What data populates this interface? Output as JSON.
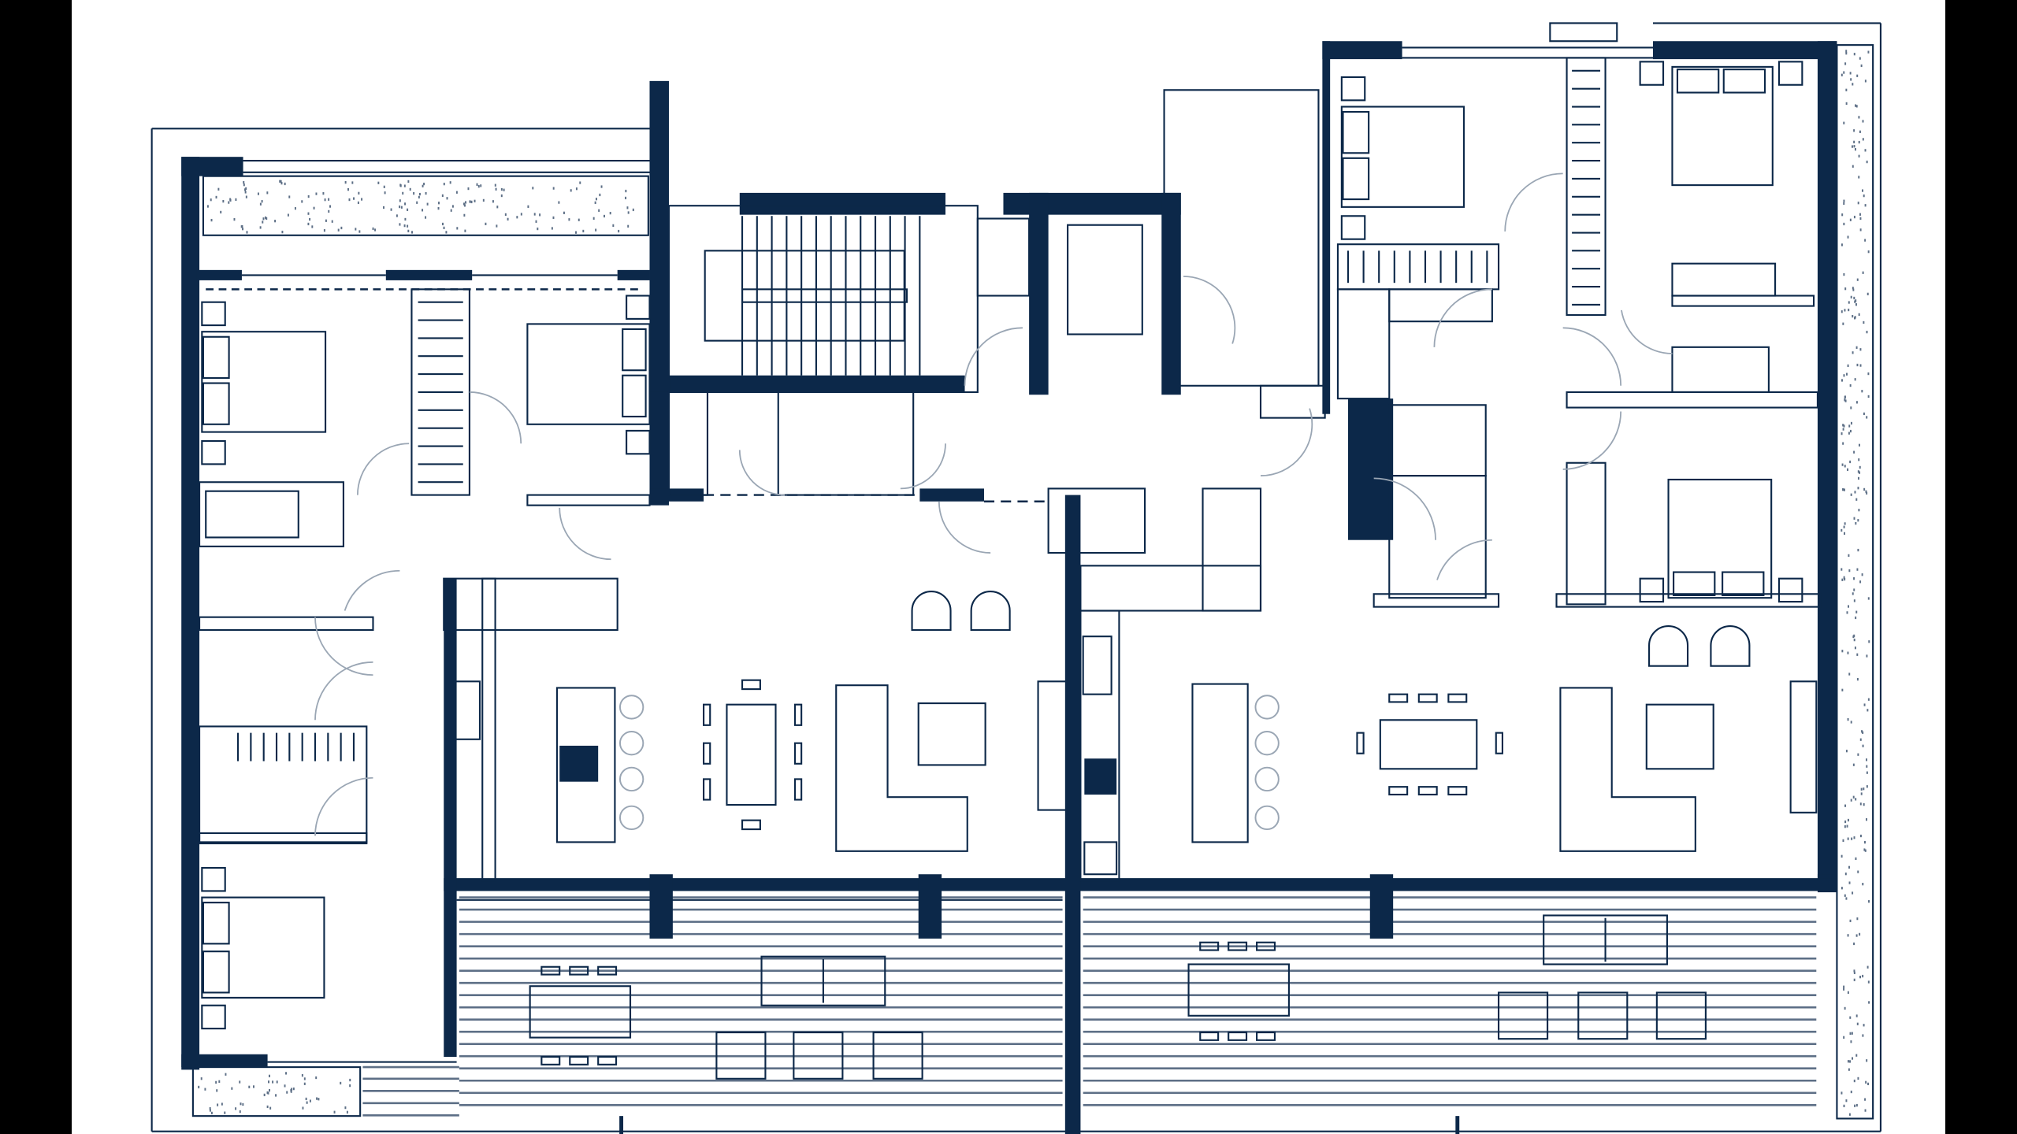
{
  "viewer": {
    "background_color": "#000000",
    "canvas_color": "#ffffff"
  },
  "floor_plan": {
    "line_color": "#0c2849",
    "hatch_color": "#5d6f86",
    "door_swing_color": "#9aa6b4",
    "units": 2,
    "rooms": [
      "bedroom",
      "bedroom",
      "bedroom",
      "bathroom",
      "bathroom",
      "stair-core",
      "elevator",
      "living-kitchen",
      "living-kitchen",
      "bedroom",
      "bedroom",
      "bedroom",
      "bathroom",
      "bathroom",
      "terrace",
      "terrace"
    ]
  }
}
